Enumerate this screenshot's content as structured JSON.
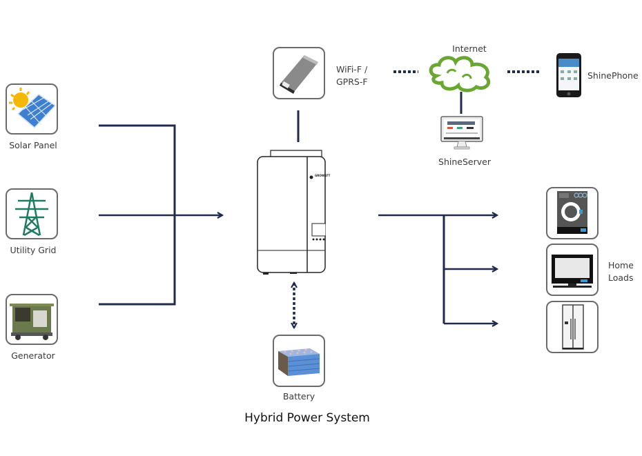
{
  "diagram": {
    "title": "Hybrid Power System",
    "line_color": "#1f2a4e",
    "sources": [
      {
        "id": "solar",
        "label": "Solar Panel",
        "icon": "solar-panel-icon"
      },
      {
        "id": "grid",
        "label": "Utility Grid",
        "icon": "transmission-tower-icon"
      },
      {
        "id": "generator",
        "label": "Generator",
        "icon": "generator-icon"
      }
    ],
    "inverter": {
      "brand": "GROWATT",
      "icon": "inverter-icon"
    },
    "monitoring": {
      "datalogger": {
        "label_line1": "WiFi-F /",
        "label_line2": "GPRS-F",
        "icon": "wifi-dongle-icon"
      },
      "internet": {
        "label": "Internet",
        "icon": "cloud-icon",
        "color": "#6aa632"
      },
      "server": {
        "label": "ShineServer",
        "icon": "monitor-icon"
      },
      "phone": {
        "label": "ShinePhone",
        "icon": "smartphone-icon"
      }
    },
    "battery": {
      "label": "Battery",
      "icon": "battery-icon"
    },
    "loads": {
      "label_line1": "Home",
      "label_line2": "Loads",
      "items": [
        {
          "id": "washer",
          "icon": "washing-machine-icon"
        },
        {
          "id": "tv",
          "icon": "tv-icon"
        },
        {
          "id": "fridge",
          "icon": "refrigerator-icon"
        }
      ]
    }
  }
}
